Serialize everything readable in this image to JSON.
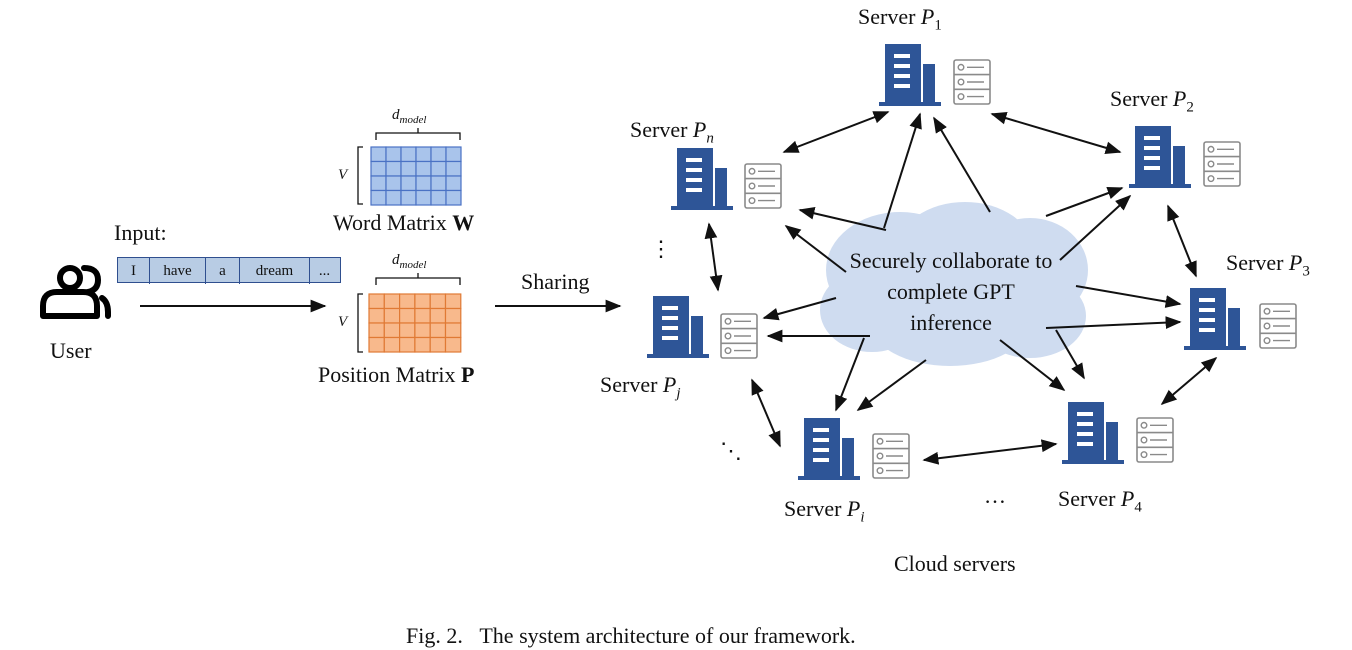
{
  "user": {
    "label": "User",
    "input_label": "Input:"
  },
  "tokens": [
    "I",
    "have",
    "a",
    "dream",
    "..."
  ],
  "matrices": {
    "word": {
      "label": "Word Matrix",
      "symbol": "W",
      "dim_top": "model",
      "dim_side": "V",
      "color": "#a9c4eb",
      "stroke": "#4a72c4"
    },
    "position": {
      "label": "Position Matrix",
      "symbol": "P",
      "dim_top": "model",
      "dim_side": "V",
      "color": "#f8b98c",
      "stroke": "#e07a35"
    }
  },
  "sharing_label": "Sharing",
  "cloud": {
    "text_lines": [
      "Securely collaborate to",
      "complete GPT",
      "inference"
    ],
    "color": "#cfdcf0"
  },
  "servers": {
    "prefix": "Server",
    "p1": "1",
    "p2": "2",
    "p3": "3",
    "p4": "4",
    "pn": "n",
    "pj": "j",
    "pi": "i",
    "icon_color": "#2e5597"
  },
  "ellipses": {
    "vertical": "⋮",
    "diagonal": "⋱",
    "horizontal": "…"
  },
  "cloud_servers_label": "Cloud servers",
  "caption": {
    "fig": "Fig. 2.",
    "text": "The system architecture of our framework."
  }
}
